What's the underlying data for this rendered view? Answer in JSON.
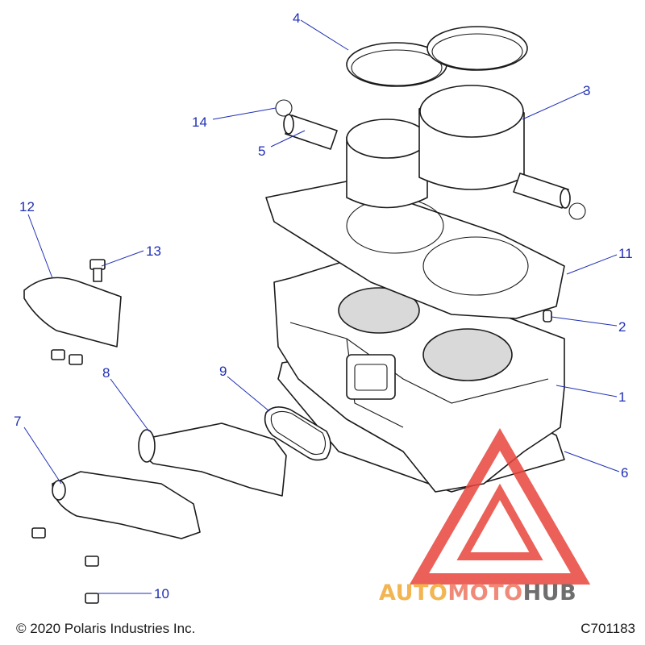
{
  "callouts": {
    "c1": "1",
    "c2": "2",
    "c3": "3",
    "c4": "4",
    "c5": "5",
    "c6": "6",
    "c7": "7",
    "c8": "8",
    "c9": "9",
    "c10": "10",
    "c11": "11",
    "c12": "12",
    "c13": "13",
    "c14": "14"
  },
  "footer": {
    "copyright": "© 2020 Polaris Industries Inc.",
    "drawing_id": "C701183"
  },
  "watermark": {
    "part1": "AUTO",
    "part2": "MOTO",
    "part3": "HUB",
    "colors": {
      "auto": "#f2b552",
      "moto": "#f08a78",
      "hub": "#6e6e6e",
      "triangle": "#e8453c"
    }
  },
  "colors": {
    "callout": "#1f2fb5",
    "line": "#1a1a1a"
  }
}
